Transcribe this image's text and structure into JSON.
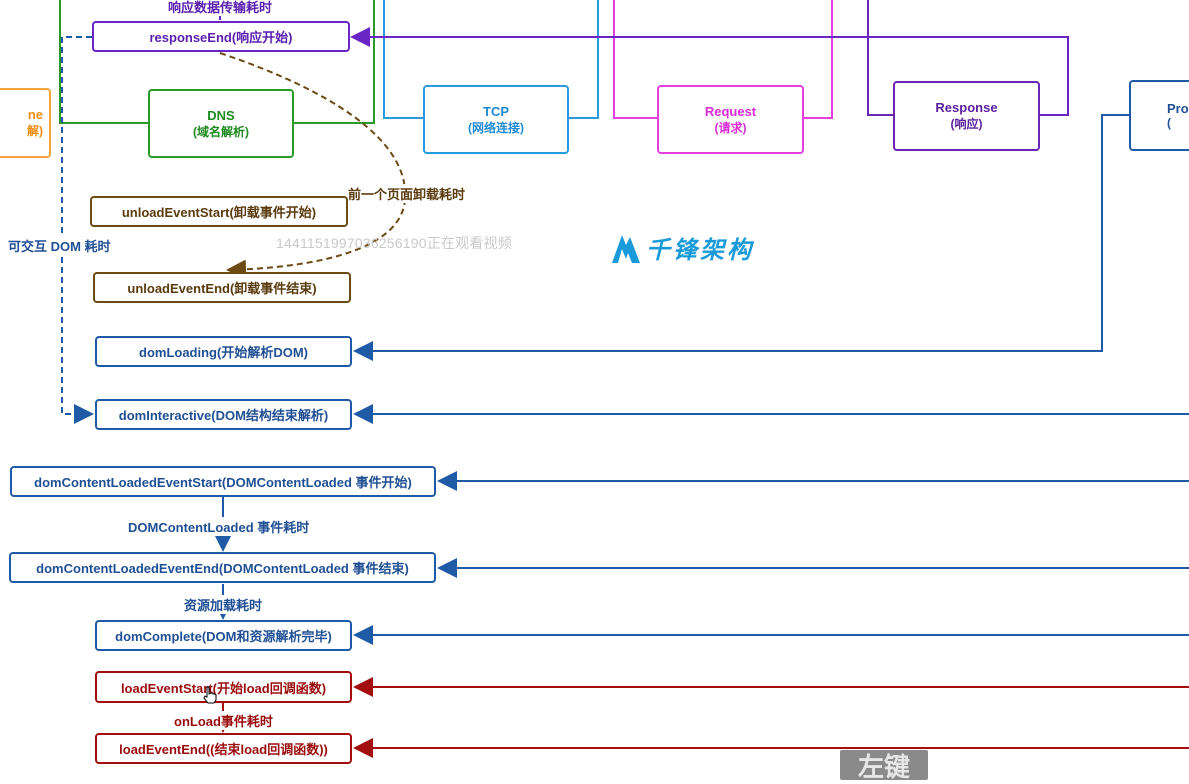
{
  "top": {
    "transfer_label": "响应数据传输耗时",
    "response_end": "responseEnd(响应开始)",
    "partial_left_line1": "ne",
    "partial_left_line2": "解)",
    "dns": {
      "title": "DNS",
      "sub": "(域名解析)"
    },
    "tcp": {
      "title": "TCP",
      "sub": "(网络连接)"
    },
    "request": {
      "title": "Request",
      "sub": "(请求)"
    },
    "response": {
      "title": "Response",
      "sub": "(响应)"
    },
    "processing_partial": {
      "title": "Pro",
      "sub": "("
    }
  },
  "unload": {
    "prev_page_label": "前一个页面卸载耗时",
    "start": "unloadEventStart(卸载事件开始)",
    "end": "unloadEventEnd(卸载事件结束)"
  },
  "dom": {
    "interactive_label": "可交互 DOM 耗时",
    "loading": "domLoading(开始解析DOM)",
    "interactive": "domInteractive(DOM结构结束解析)",
    "content_loaded_start": "domContentLoadedEventStart(DOMContentLoaded 事件开始)",
    "content_loaded_label": "DOMContentLoaded 事件耗时",
    "content_loaded_end": "domContentLoadedEventEnd(DOMContentLoaded 事件结束)",
    "resource_label": "资源加载耗时",
    "complete": "domComplete(DOM和资源解析完毕)"
  },
  "load": {
    "start": "loadEventStart(开始load回调函数)",
    "onload_label": "onLoad事件耗时",
    "end": "loadEventEnd((结束load回调函数))"
  },
  "overlay": {
    "watermark": "1441151997036256190正在观看视频",
    "brand": "千锋架构",
    "hint_badge": "左键"
  },
  "colors": {
    "navy": "#1f5aa6",
    "brown": "#6b4a14",
    "red": "#a30f0f",
    "purple": "#6a26c4",
    "green": "#2a9a2a",
    "sky": "#2a9ae0",
    "magenta": "#e43fe0",
    "orange": "#f4a640"
  }
}
